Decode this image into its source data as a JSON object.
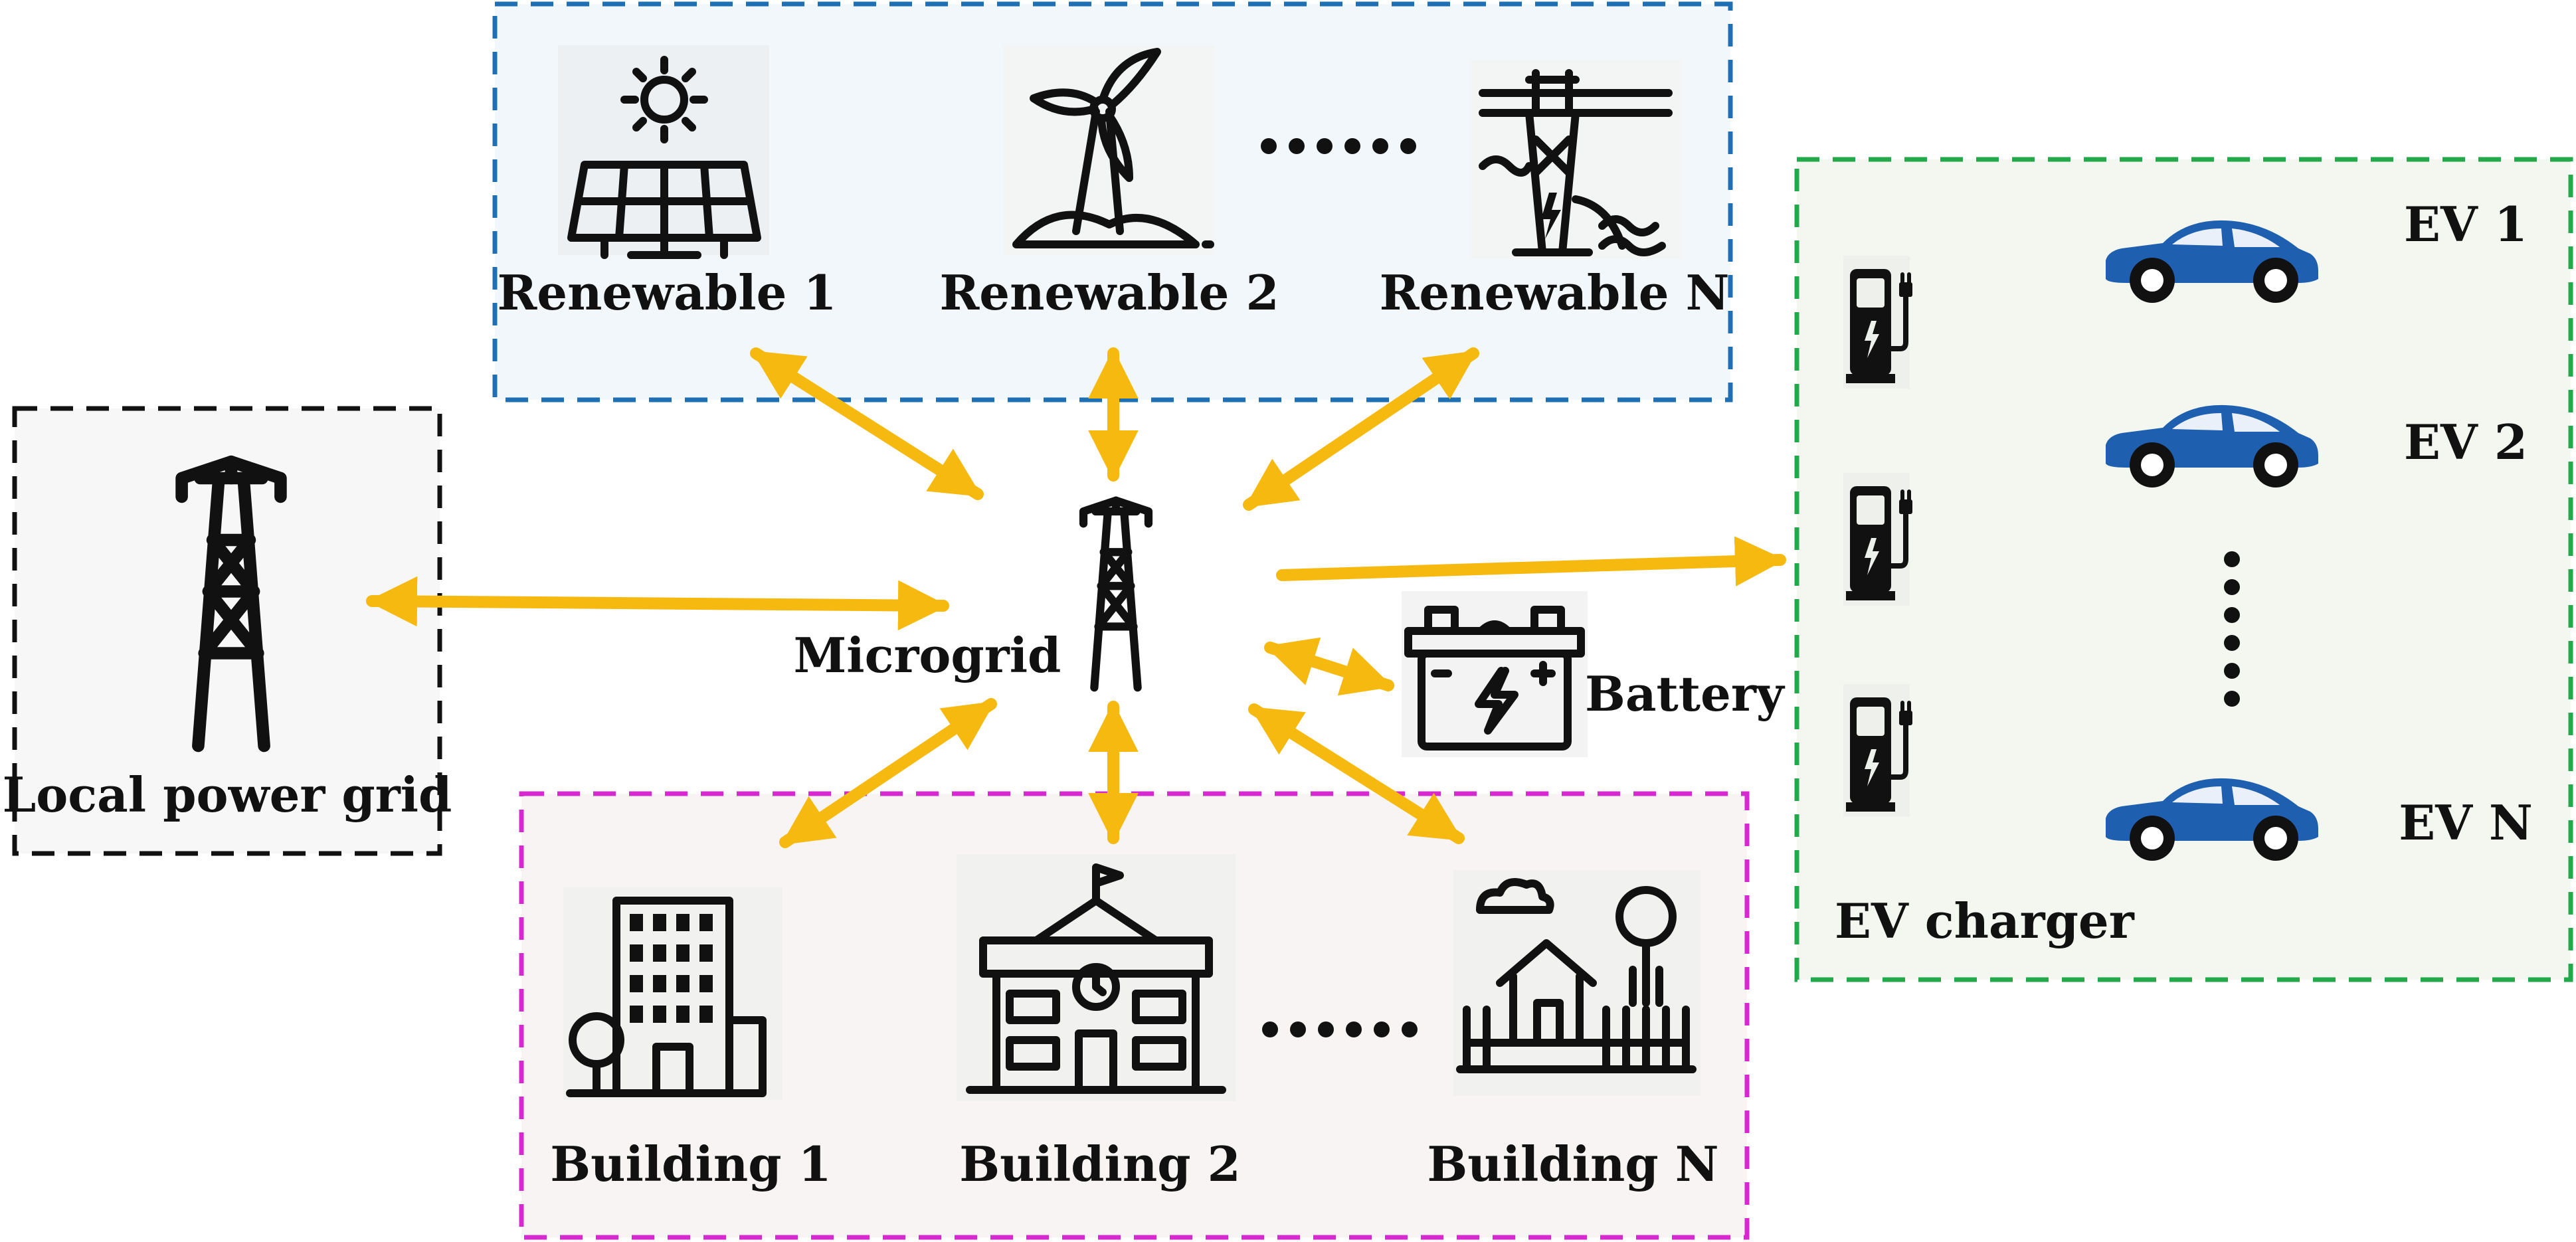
{
  "renewables": {
    "items": [
      {
        "label": "Renewable 1",
        "icon": "solar-panel-icon"
      },
      {
        "label": "Renewable 2",
        "icon": "wind-turbine-icon"
      },
      {
        "label": "Renewable N",
        "icon": "hydropower-dam-icon"
      }
    ],
    "ellipsis": "......",
    "border_color": "#1f6fb5"
  },
  "local_grid": {
    "label": "Local power grid",
    "icon": "transmission-tower-icon",
    "border_color": "#111111"
  },
  "microgrid": {
    "label": "Microgrid",
    "icon": "transmission-tower-icon"
  },
  "battery": {
    "label": "Battery",
    "icon": "battery-icon"
  },
  "buildings": {
    "items": [
      {
        "label": "Building 1",
        "icon": "office-building-icon"
      },
      {
        "label": "Building 2",
        "icon": "school-building-icon"
      },
      {
        "label": "Building N",
        "icon": "house-icon"
      }
    ],
    "ellipsis": "......",
    "border_color": "#d62ad0"
  },
  "ev": {
    "charger_label": "EV charger",
    "vehicles": [
      {
        "label": "EV 1",
        "icon": "electric-car-icon"
      },
      {
        "label": "EV 2",
        "icon": "electric-car-icon"
      },
      {
        "label": "EV N",
        "icon": "electric-car-icon"
      }
    ],
    "ellipsis": "......",
    "charger_icon": "ev-charging-station-icon",
    "border_color": "#23a84a"
  },
  "colors": {
    "arrow": "#f5b90f",
    "car": "#1e5fb0"
  }
}
